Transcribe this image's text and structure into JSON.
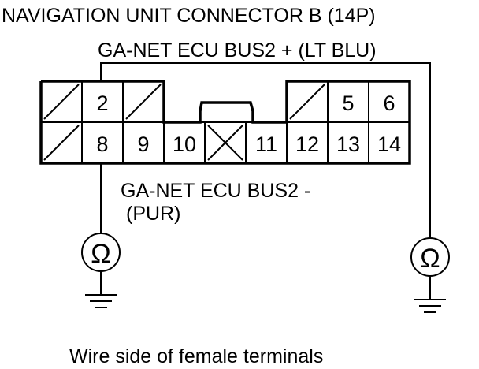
{
  "title": "NAVIGATION UNIT CONNECTOR B (14P)",
  "wire_top": {
    "label": "GA-NET ECU BUS2 +  (LT BLU)"
  },
  "wire_bottom": {
    "label_line1": "GA-NET ECU BUS2 -",
    "label_line2": "(PUR)"
  },
  "ohmmeter_symbol": "Ω",
  "caption": "Wire side of female terminals",
  "terminals": {
    "t2": "2",
    "t5": "5",
    "t6": "6",
    "t8": "8",
    "t9": "9",
    "t10": "10",
    "t11": "11",
    "t12": "12",
    "t13": "13",
    "t14": "14"
  }
}
